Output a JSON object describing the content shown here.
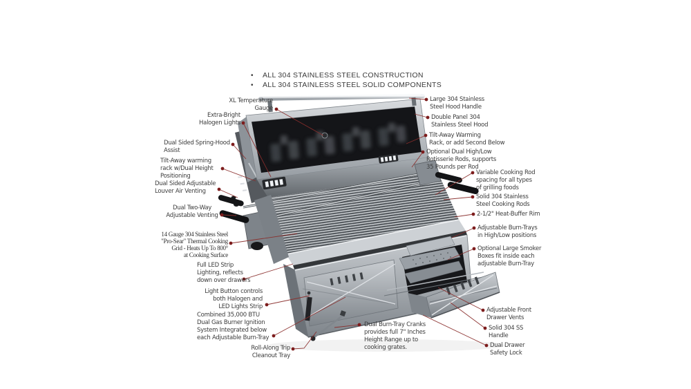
{
  "header": {
    "bullets": [
      "ALL 304 STAINLESS STEEL CONSTRUCTION",
      "ALL 304 STAINLESS STEEL SOLID COMPONENTS"
    ]
  },
  "colors": {
    "leader_line": "#8a2e2c",
    "leader_dot": "#7d1d1d",
    "label_text": "#3b3b3b",
    "steel_light": "#d9dcdf",
    "steel_dark": "#6e747a",
    "hood_glass": "#141518",
    "background": "#ffffff"
  },
  "callouts": [
    {
      "id": "xl-temperature-gauge",
      "text": "XL Temperature\nGauge"
    },
    {
      "id": "extra-bright-halogen-lights",
      "text": "Extra-Bright\nHalogen Lights"
    },
    {
      "id": "dual-sided-spring-hood-assist",
      "text": "Dual Sided Spring-Hood\nAssist"
    },
    {
      "id": "tilt-away-warming-rack-left",
      "text": "Tilt-Away warming\nrack w/Dual Height\nPositioning"
    },
    {
      "id": "dual-sided-adjustable-louver",
      "text": "Dual Sided Adjustable\nLouver Air Venting"
    },
    {
      "id": "dual-two-way-adjustable-venting",
      "text": "Dual Two-Way\nAdjustable Venting"
    },
    {
      "id": "pro-sear-thermal-cooking-grid",
      "text": "14 Gauge 304 Stainless Steel\n\"Pro-Sear\" Thermal Cooking\nGrid - Heats Up To 800°\nat Cooking Surface"
    },
    {
      "id": "full-led-strip-lighting",
      "text": "Full LED Strip\nLighting, reflects\ndown over drawers"
    },
    {
      "id": "light-button-controls",
      "text": "Light Button controls\nboth Halogen and\nLED Lights Strip"
    },
    {
      "id": "combined-35000-btu-burners",
      "text": "Combined 35,000 BTU\nDual Gas Burner Ignition\nSystem Integrated below\neach Adjustable Burn-Tray"
    },
    {
      "id": "roll-along-trip-cleanout-tray",
      "text": "Roll-Along Trip\nCleanout Tray"
    },
    {
      "id": "dual-burn-tray-cranks",
      "text": "Dual Burn-Tray Cranks\nprovides full 7\" Inches\nHeight Range up to\ncooking grates."
    },
    {
      "id": "large-304-hood-handle",
      "text": "Large 304 Stainless\nSteel Hood Handle"
    },
    {
      "id": "double-panel-hood",
      "text": "Double Panel 304\nStainless Steel Hood"
    },
    {
      "id": "tilt-away-warming-rack-right",
      "text": "Tilt-Away Warming\nRack, or add Second Below"
    },
    {
      "id": "optional-rotisserie-rods",
      "text": "Optional Dual High/Low\nRotisserie Rods, supports\n35 Pounds per Rod"
    },
    {
      "id": "variable-cooking-rod-spacing",
      "text": "Variable Cooking Rod\nspacing for all types\nof grilling foods"
    },
    {
      "id": "solid-304-cooking-rods",
      "text": "Solid 304 Stainless\nSteel Cooking Rods"
    },
    {
      "id": "heat-buffer-rim",
      "text": "2-1/2\" Heat-Buffer Rim"
    },
    {
      "id": "adjustable-burn-trays",
      "text": "Adjustable Burn-Trays\nin High/Low positions"
    },
    {
      "id": "optional-smoker-boxes",
      "text": "Optional Large Smoker\nBoxes fit inside each\nadjustable Burn-Tray"
    },
    {
      "id": "adjustable-front-drawer-vents",
      "text": "Adjustable Front\nDrawer Vents"
    },
    {
      "id": "solid-304-ss-handle",
      "text": "Solid 304 SS\nHandle"
    },
    {
      "id": "dual-drawer-safety-lock",
      "text": "Dual Drawer\nSafety Lock"
    }
  ]
}
